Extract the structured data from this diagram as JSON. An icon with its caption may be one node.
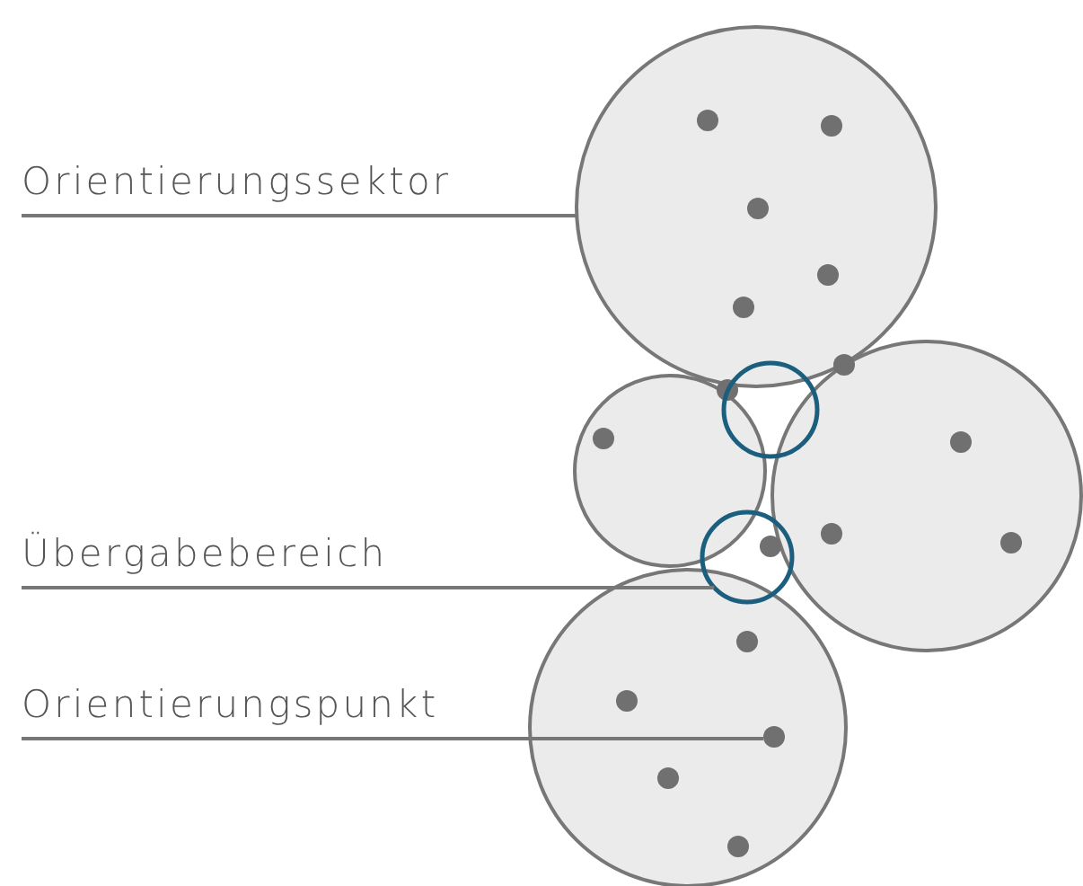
{
  "diagram": {
    "nodes": [
      {
        "text": [
          "Orientierungssektor"
        ]
      },
      {
        "text": [],
        "shape": "circle"
      },
      {
        "text": [],
        "shape": "circle",
        "in": 1
      },
      {
        "text": [],
        "shape": "circle",
        "in": 1
      },
      {
        "text": [],
        "shape": "circle",
        "in": 1
      },
      {
        "text": [],
        "shape": "circle",
        "in": 1
      },
      {
        "text": [],
        "shape": "circle",
        "in": 1
      },
      {
        "text": [],
        "shape": "circle"
      },
      {
        "text": [],
        "shape": "circle"
      },
      {
        "text": [],
        "shape": "circle"
      },
      {
        "text": [],
        "shape": "circle"
      },
      {
        "text": [],
        "shape": "circle",
        "in": 10
      },
      {
        "text": [],
        "shape": "circle"
      },
      {
        "text": [],
        "shape": "circle",
        "in": 12
      },
      {
        "text": [],
        "shape": "circle",
        "in": 12
      },
      {
        "text": [],
        "shape": "circle",
        "in": 12
      },
      {
        "text": [
          "Übergabebereich"
        ]
      },
      {
        "text": [],
        "shape": "circle"
      },
      {
        "text": [],
        "shape": "circle",
        "in": 17
      },
      {
        "text": [
          "Orientierungspunkt"
        ]
      },
      {
        "text": [],
        "shape": "circle"
      },
      {
        "text": [],
        "shape": "circle",
        "in": 20
      },
      {
        "text": [],
        "shape": "circle",
        "in": 20
      },
      {
        "text": [],
        "shape": "circle",
        "in": 20
      },
      {
        "text": [],
        "shape": "circle",
        "in": 20
      },
      {
        "text": [],
        "shape": "circle",
        "in": 20
      }
    ],
    "edges": [
      {
        "from": 0,
        "to": 1,
        "arrow": "none"
      },
      {
        "from": 16,
        "to": 17,
        "arrow": "none"
      },
      {
        "from": 19,
        "to": 23,
        "arrow": "none"
      }
    ]
  }
}
